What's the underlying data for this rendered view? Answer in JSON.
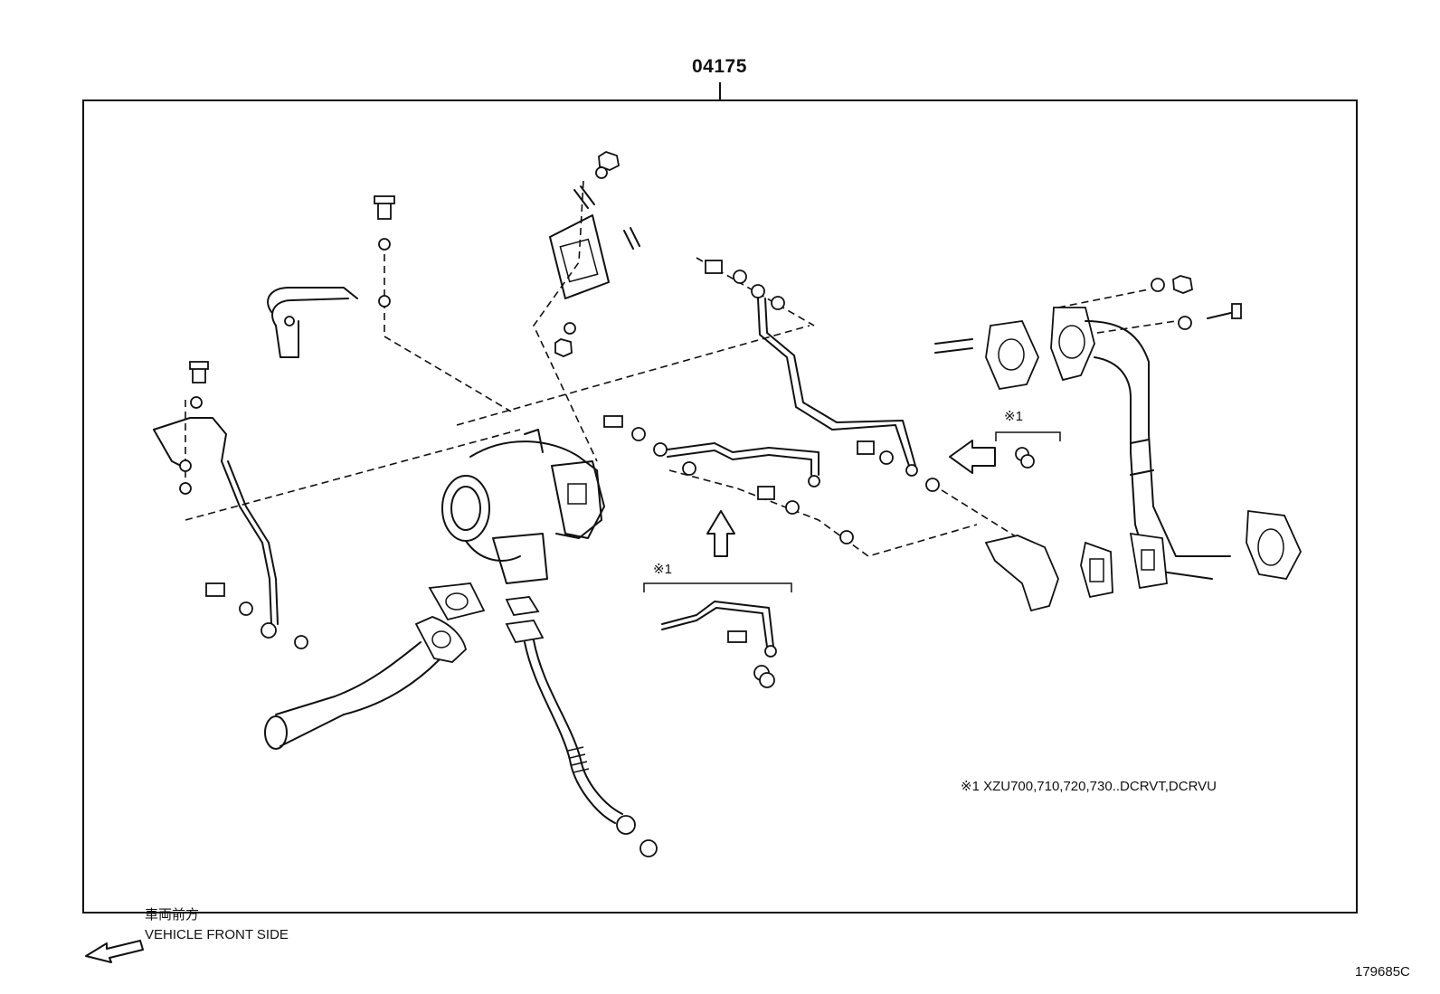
{
  "header": {
    "part_number": "04175"
  },
  "notes": {
    "marker_1": "※1",
    "marker_2": "※1"
  },
  "footnote": "※1 XZU700,710,720,730..DCRVT,DCRVU",
  "direction": {
    "label_jp": "車両前方",
    "label_en": "VEHICLE FRONT SIDE"
  },
  "figure_id": "179685C"
}
